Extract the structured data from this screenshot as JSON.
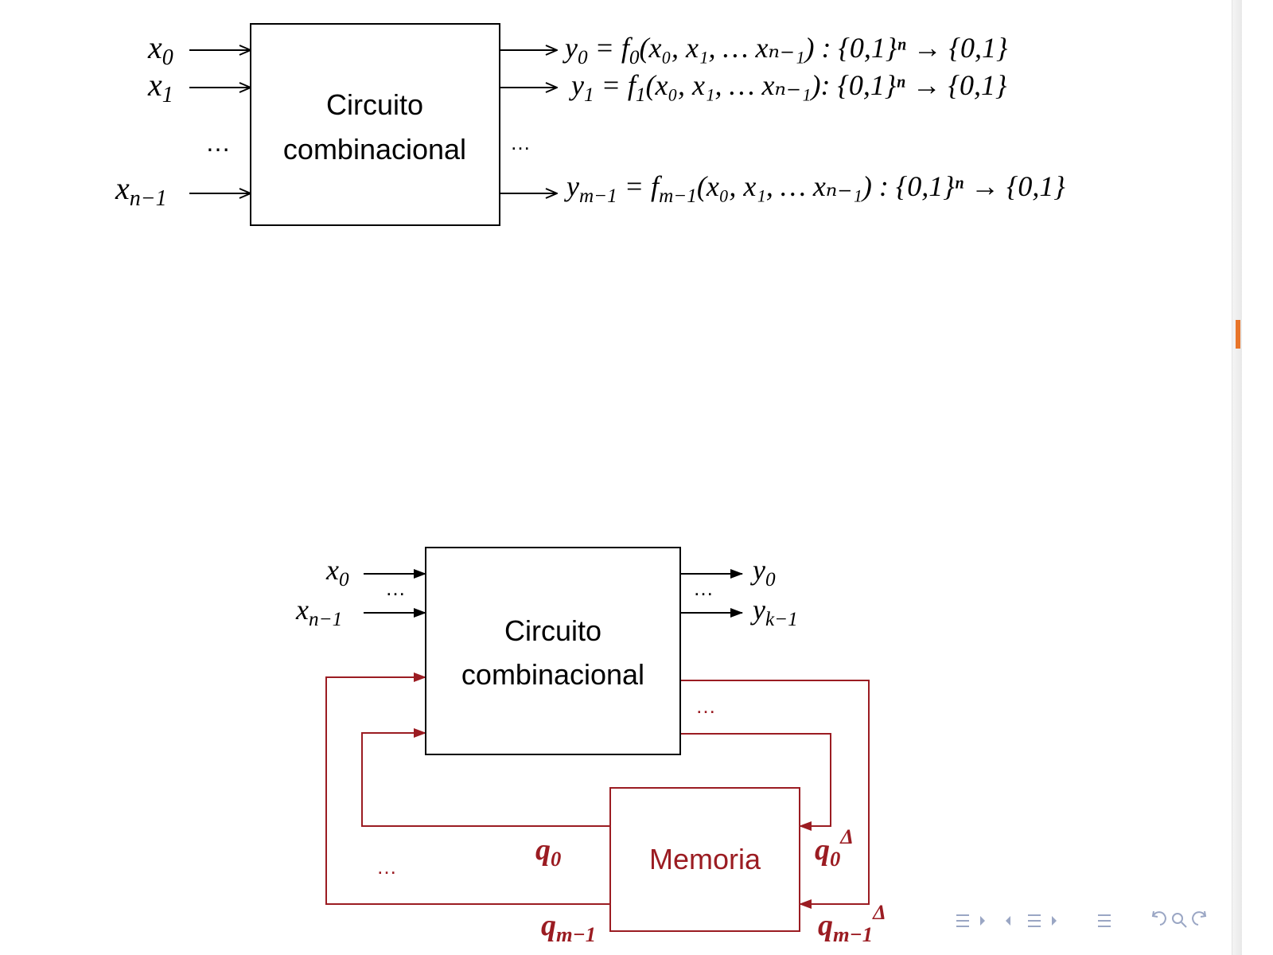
{
  "colors": {
    "ink": "#000000",
    "memory": "#9b1c22",
    "nav": "#9aa6c4",
    "scroll_marker": "#e8752a"
  },
  "diagram1": {
    "block_line1": "Circuito",
    "block_line2": "combinacional",
    "inputs": [
      {
        "var": "x",
        "sub": "0"
      },
      {
        "var": "x",
        "sub": "1"
      },
      {
        "var": "x",
        "sub": "n−1"
      }
    ],
    "input_ellipsis": "…",
    "output_ellipsis": "…",
    "outputs": [
      {
        "y_sub": "0",
        "f_sub": "0",
        "tail": "(x₀, x₁, … xₙ₋₁) : {0,1}ⁿ → {0,1}"
      },
      {
        "y_sub": "1",
        "f_sub": "1",
        "tail": "(x₀, x₁, … xₙ₋₁): {0,1}ⁿ → {0,1}"
      },
      {
        "y_sub": "m−1",
        "f_sub": "m−1",
        "tail": "(x₀, x₁, … xₙ₋₁) : {0,1}ⁿ → {0,1}"
      }
    ]
  },
  "diagram2": {
    "block_line1": "Circuito",
    "block_line2": "combinacional",
    "memory_label": "Memoria",
    "inputs": [
      {
        "var": "x",
        "sub": "0"
      },
      {
        "var": "x",
        "sub": "n−1"
      }
    ],
    "outputs": [
      {
        "var": "y",
        "sub": "0"
      },
      {
        "var": "y",
        "sub": "k−1"
      }
    ],
    "ellipsis": "…",
    "q_left": [
      {
        "var": "q",
        "sub": "0"
      },
      {
        "var": "q",
        "sub": "m−1"
      }
    ],
    "q_right": [
      {
        "var": "q",
        "sub": "0",
        "sup": "Δ"
      },
      {
        "var": "q",
        "sub": "m−1",
        "sup": "Δ"
      }
    ]
  },
  "nav_icons": [
    "nav-section-prev-icon",
    "nav-frame-prev-icon",
    "nav-frame-next-icon",
    "nav-section-next-icon",
    "nav-toc-icon",
    "nav-back-icon",
    "nav-search-icon",
    "nav-forward-icon"
  ]
}
